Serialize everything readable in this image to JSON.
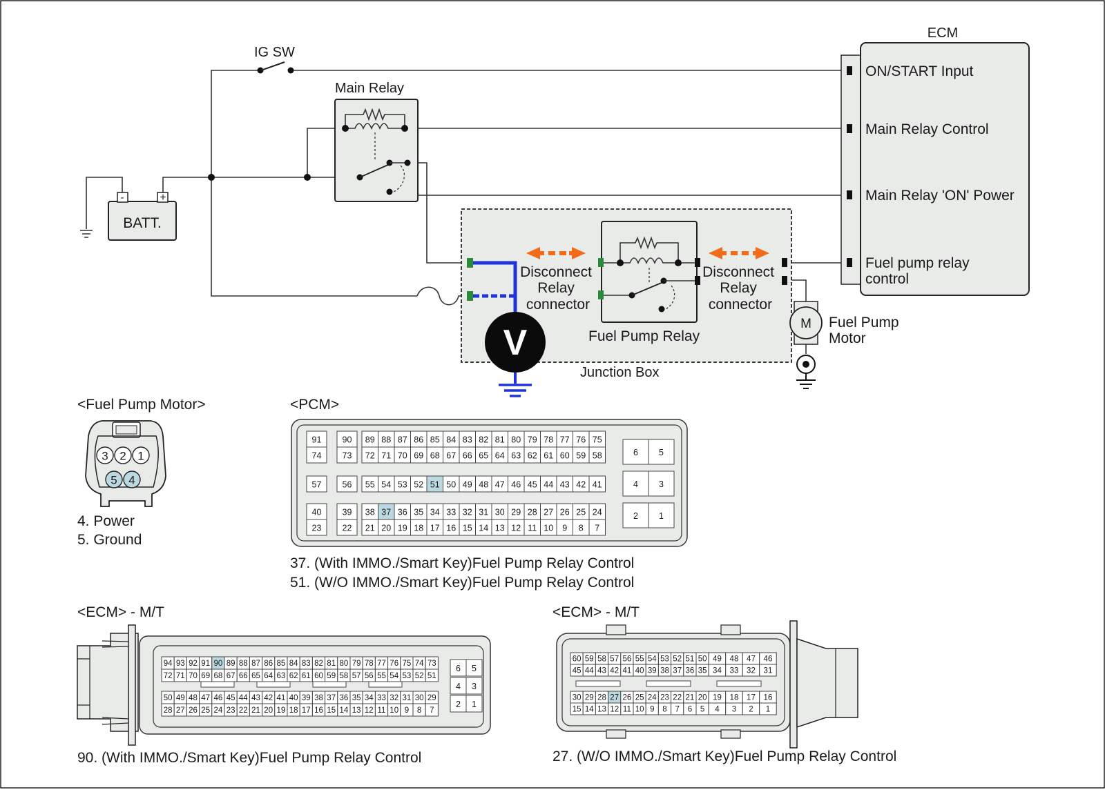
{
  "labels": {
    "ig_sw": "IG SW",
    "main_relay": "Main Relay",
    "batt": "BATT.",
    "batt_minus": "-",
    "batt_plus": "+",
    "ecm": "ECM",
    "ecm_pins": [
      "ON/START Input",
      "Main Relay Control",
      "Main Relay 'ON' Power",
      "Fuel pump relay",
      "control"
    ],
    "disconnect_left": [
      "Disconnect",
      "Relay",
      "connector"
    ],
    "disconnect_right": [
      "Disconnect",
      "Relay",
      "connector"
    ],
    "fuel_pump_relay": "Fuel Pump Relay",
    "junction_box": "Junction Box",
    "motor_letter": "M",
    "voltmeter_letter": "V",
    "fuel_pump_motor": [
      "Fuel Pump",
      "Motor"
    ]
  },
  "fuel_pump_motor_connector": {
    "title": "<Fuel Pump Motor>",
    "pins_top": [
      "3",
      "2",
      "1"
    ],
    "pins_bottom": [
      "5",
      "4"
    ],
    "legend": [
      "4. Power",
      "5. Ground"
    ]
  },
  "pcm": {
    "title": "<PCM>",
    "block_a": [
      [
        "91",
        "90"
      ],
      [
        "74",
        "73"
      ]
    ],
    "row_1": [
      "89",
      "88",
      "87",
      "86",
      "85",
      "84",
      "83",
      "82",
      "81",
      "80",
      "79",
      "78",
      "77",
      "76",
      "75"
    ],
    "row_2": [
      "72",
      "71",
      "70",
      "69",
      "68",
      "67",
      "66",
      "65",
      "64",
      "63",
      "62",
      "61",
      "60",
      "59",
      "58"
    ],
    "row_3_left": [
      "57",
      "56"
    ],
    "row_3": [
      "55",
      "54",
      "53",
      "52",
      "51",
      "50",
      "49",
      "48",
      "47",
      "46",
      "45",
      "44",
      "43",
      "42",
      "41"
    ],
    "block_c": [
      [
        "40",
        "39"
      ],
      [
        "23",
        "22"
      ]
    ],
    "row_4": [
      "38",
      "37",
      "36",
      "35",
      "34",
      "33",
      "32",
      "31",
      "30",
      "29",
      "28",
      "27",
      "26",
      "25",
      "24"
    ],
    "row_5": [
      "21",
      "20",
      "19",
      "18",
      "17",
      "16",
      "15",
      "14",
      "13",
      "12",
      "11",
      "10",
      "9",
      "8",
      "7"
    ],
    "right_pins": [
      [
        "6",
        "5"
      ],
      [
        "4",
        "3"
      ],
      [
        "2",
        "1"
      ]
    ],
    "highlighted": [
      "51",
      "37"
    ],
    "legend": [
      "37. (With IMMO./Smart Key)Fuel Pump Relay Control",
      "51. (W/O IMMO./Smart Key)Fuel Pump Relay Control"
    ]
  },
  "ecm_left": {
    "title": "<ECM> - M/T",
    "row_1": [
      "94",
      "93",
      "92",
      "91",
      "90",
      "89",
      "88",
      "87",
      "86",
      "85",
      "84",
      "83",
      "82",
      "81",
      "80",
      "79",
      "78",
      "77",
      "76",
      "75",
      "74",
      "73"
    ],
    "row_2": [
      "72",
      "71",
      "70",
      "69",
      "68",
      "67",
      "66",
      "65",
      "64",
      "63",
      "62",
      "61",
      "60",
      "59",
      "58",
      "57",
      "56",
      "55",
      "54",
      "53",
      "52",
      "51"
    ],
    "row_3": [
      "50",
      "49",
      "48",
      "47",
      "46",
      "45",
      "44",
      "43",
      "42",
      "41",
      "40",
      "39",
      "38",
      "37",
      "36",
      "35",
      "34",
      "33",
      "32",
      "31",
      "30",
      "29"
    ],
    "row_4": [
      "28",
      "27",
      "26",
      "25",
      "24",
      "23",
      "22",
      "21",
      "20",
      "19",
      "18",
      "17",
      "16",
      "15",
      "14",
      "13",
      "12",
      "11",
      "10",
      "9",
      "8",
      "7"
    ],
    "right_pins": [
      [
        "6",
        "5"
      ],
      [
        "4",
        "3"
      ],
      [
        "2",
        "1"
      ]
    ],
    "highlighted": [
      "90"
    ],
    "legend": "90. (With IMMO./Smart Key)Fuel Pump Relay Control"
  },
  "ecm_right": {
    "title": "<ECM> - M/T",
    "row_1": [
      "60",
      "59",
      "58",
      "57",
      "56",
      "55",
      "54",
      "53",
      "52",
      "51",
      "50",
      "49",
      "48",
      "47",
      "46"
    ],
    "row_2": [
      "45",
      "44",
      "43",
      "42",
      "41",
      "40",
      "39",
      "38",
      "37",
      "36",
      "35",
      "34",
      "33",
      "32",
      "31"
    ],
    "row_3": [
      "30",
      "29",
      "28",
      "27",
      "26",
      "25",
      "24",
      "23",
      "22",
      "21",
      "20",
      "19",
      "18",
      "17",
      "16"
    ],
    "row_4": [
      "15",
      "14",
      "13",
      "12",
      "11",
      "10",
      "9",
      "8",
      "7",
      "6",
      "5",
      "4",
      "3",
      "2",
      "1"
    ],
    "highlighted": [
      "27"
    ],
    "legend": "27. (W/O IMMO./Smart Key)Fuel Pump Relay Control"
  },
  "colors": {
    "highlight": "#bcd8e0",
    "arrow": "#f26b1d",
    "probe": "#1f33d6",
    "terminal": "#2a8a3a"
  }
}
